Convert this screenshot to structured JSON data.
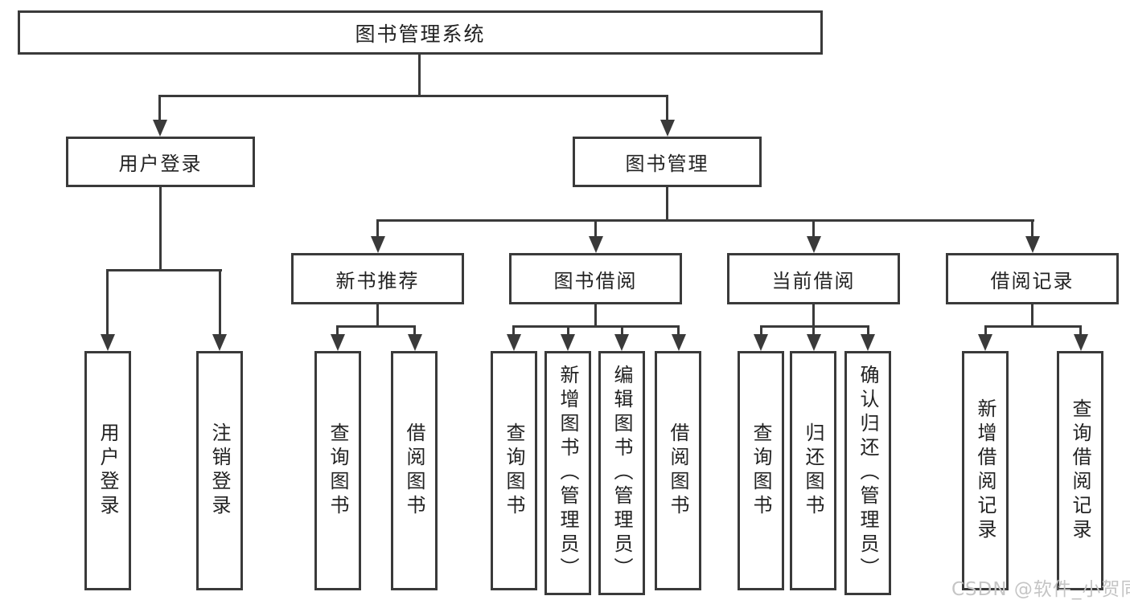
{
  "diagram": {
    "type": "hierarchy-tree",
    "colors": {
      "line": "#3a3a3a",
      "text": "#222222",
      "background": "#ffffff",
      "watermark": "#c5c5c5"
    },
    "tree": {
      "root": {
        "label": "图书管理系统"
      },
      "branches": [
        {
          "label": "用户登录",
          "children": [
            {
              "label": "用户登录"
            },
            {
              "label": "注销登录"
            }
          ]
        },
        {
          "label": "图书管理",
          "children": [
            {
              "label": "新书推荐",
              "children": [
                {
                  "label": "查询图书"
                },
                {
                  "label": "借阅图书"
                }
              ]
            },
            {
              "label": "图书借阅",
              "children": [
                {
                  "label": "查询图书"
                },
                {
                  "label": "新增图书（管理员）"
                },
                {
                  "label": "编辑图书（管理员）"
                },
                {
                  "label": "借阅图书"
                }
              ]
            },
            {
              "label": "当前借阅",
              "children": [
                {
                  "label": "查询图书"
                },
                {
                  "label": "归还图书"
                },
                {
                  "label": "确认归还（管理员）"
                }
              ]
            },
            {
              "label": "借阅记录",
              "children": [
                {
                  "label": "新增借阅记录"
                },
                {
                  "label": "查询借阅记录"
                }
              ]
            }
          ]
        }
      ]
    },
    "watermark": {
      "text": "CSDN @软件_小贺同学"
    }
  }
}
